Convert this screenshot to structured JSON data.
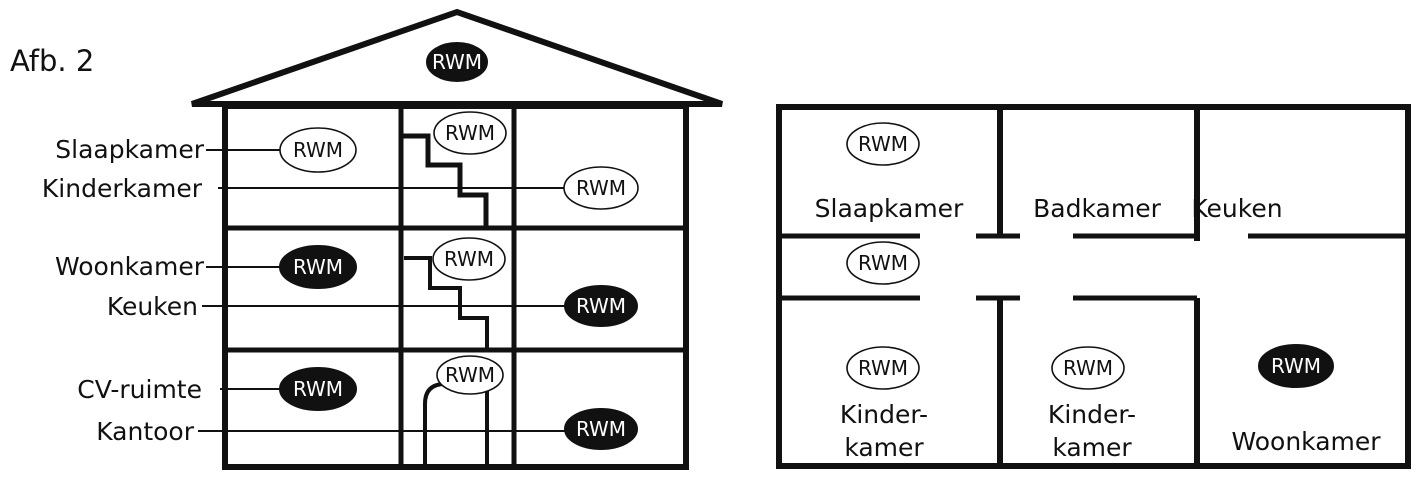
{
  "figure_label": "Afb. 2",
  "detector_label": "RWM",
  "colors": {
    "line": "#111111",
    "filled": "#111111",
    "outline_fill": "#ffffff"
  },
  "section": {
    "labels": {
      "slaapkamer": "Slaapkamer",
      "kinderkamer": "Kinderkamer",
      "woonkamer": "Woonkamer",
      "keuken": "Keuken",
      "cv_ruimte": "CV-ruimte",
      "kantoor": "Kantoor"
    },
    "detectors": {
      "attic": "filled",
      "slaapkamer": "outline",
      "stair_top": "outline",
      "kinderkamer": "outline",
      "woonkamer": "filled",
      "stair_middle": "outline",
      "keuken": "filled",
      "cv_ruimte": "filled",
      "stair_ground": "outline",
      "kantoor": "filled"
    }
  },
  "plan": {
    "labels": {
      "slaapkamer": "Slaapkamer",
      "badkamer": "Badkamer",
      "keuken": "Keuken",
      "kinder_1_a": "Kinder-",
      "kinder_1_b": "kamer",
      "kinder_2_a": "Kinder-",
      "kinder_2_b": "kamer",
      "woonkamer": "Woonkamer"
    },
    "detectors": {
      "slaapkamer": "outline",
      "gang": "outline",
      "kinder_1": "outline",
      "kinder_2": "outline",
      "woonkamer": "filled"
    }
  }
}
